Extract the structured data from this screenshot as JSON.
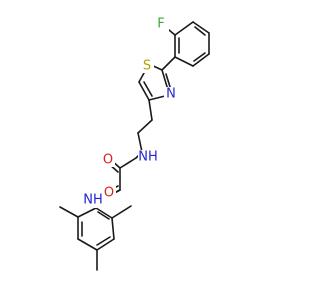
{
  "molecule": {
    "labels": {
      "fluorine": "F",
      "sulfur": "S",
      "thiazole_nitrogen": "N",
      "amide_nh_upper": "NH",
      "amide_nh_lower": "NH",
      "oxygen_left_upper": "O",
      "oxygen_left_lower": "O"
    },
    "colors": {
      "bond": "#1a1a1a",
      "carbon": "#1a1a1a",
      "nitrogen": "#2424d6",
      "oxygen": "#e0201a",
      "sulfur": "#b8a000",
      "fluorine": "#3aa83a"
    }
  }
}
